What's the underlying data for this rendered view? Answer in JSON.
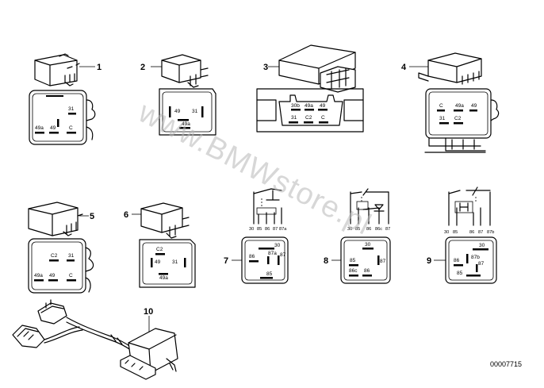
{
  "document_number": "00007715",
  "watermark": "www.BMWstore.pl",
  "callouts": [
    "1",
    "2",
    "3",
    "4",
    "5",
    "6",
    "7",
    "8",
    "9",
    "10"
  ],
  "relay1": {
    "pins": [
      "31",
      "49a",
      "49",
      "C"
    ]
  },
  "relay2": {
    "pins": [
      "49",
      "31",
      "49a"
    ]
  },
  "relay3": {
    "pins": [
      "30b",
      "49a",
      "49",
      "31",
      "C2",
      "C"
    ]
  },
  "relay4": {
    "pins": [
      "C",
      "49a",
      "49",
      "31",
      "C2"
    ]
  },
  "relay5": {
    "pins": [
      "C2",
      "31",
      "49a",
      "49",
      "C"
    ]
  },
  "relay6": {
    "pins": [
      "C2",
      "49",
      "31",
      "49a"
    ]
  },
  "relay7": {
    "schematic_pins": [
      "30",
      "85",
      "86",
      "87",
      "87a"
    ],
    "socket_pins": [
      "30",
      "86",
      "87a",
      "87",
      "85"
    ]
  },
  "relay8": {
    "schematic_pins": [
      "30",
      "85",
      "86",
      "86c",
      "87"
    ],
    "socket_pins": [
      "30",
      "85",
      "87",
      "86c",
      "86"
    ]
  },
  "relay9": {
    "schematic_pins": [
      "30",
      "85",
      "86",
      "87",
      "87b"
    ],
    "socket_pins": [
      "30",
      "86",
      "87b",
      "87",
      "85"
    ]
  }
}
